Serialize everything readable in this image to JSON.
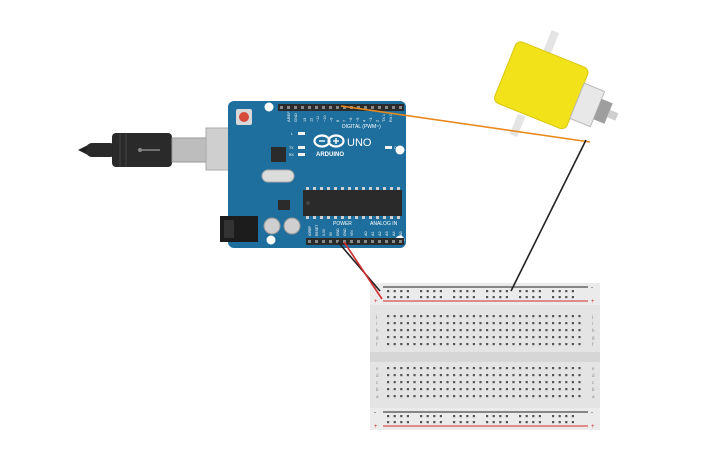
{
  "arduino": {
    "brand": "ARDUINO",
    "model": "UNO",
    "digital_header": "DIGITAL (PWM~)",
    "power_header": "POWER",
    "analog_header": "ANALOG IN",
    "aref": "AREF",
    "gnd": "GND",
    "led_l": "L",
    "led_tx": "TX",
    "led_rx": "RX",
    "on": "ON",
    "power_pins": [
      "IOREF",
      "RESET",
      "3.3V",
      "5V",
      "GND",
      "GND",
      "VIN"
    ],
    "analog_pins": [
      "A0",
      "A1",
      "A2",
      "A3",
      "A4",
      "A5"
    ],
    "digital_pins": [
      "13",
      "12",
      "~11",
      "~10",
      "~9",
      "8",
      "7",
      "~6",
      "~5",
      "4",
      "~3",
      "2",
      "TX 1",
      "RX 0"
    ],
    "colors": {
      "board": "#1f6f9e",
      "header": "#2b2b2b",
      "silk": "#ffffff"
    }
  },
  "breadboard": {
    "row_letters_top": [
      "j",
      "i",
      "h",
      "g",
      "f"
    ],
    "row_letters_bottom": [
      "e",
      "d",
      "c",
      "b",
      "a"
    ],
    "rail_plus": "+",
    "rail_minus": "-",
    "column_count": 30,
    "colors": {
      "body": "#e4e4e4",
      "rail_red": "#d62b2b",
      "rail_black": "#222222"
    }
  },
  "wires": {
    "colors": {
      "signal": "#e8891c",
      "ground": "#222222",
      "power": "#d62b2b"
    }
  },
  "motor": {
    "colors": {
      "body": "#f2e21a",
      "shaft": "#cfcfcf"
    }
  },
  "usb_cable": {
    "colors": {
      "plug": "#2a2a2a",
      "metal": "#b8b8b8"
    }
  }
}
